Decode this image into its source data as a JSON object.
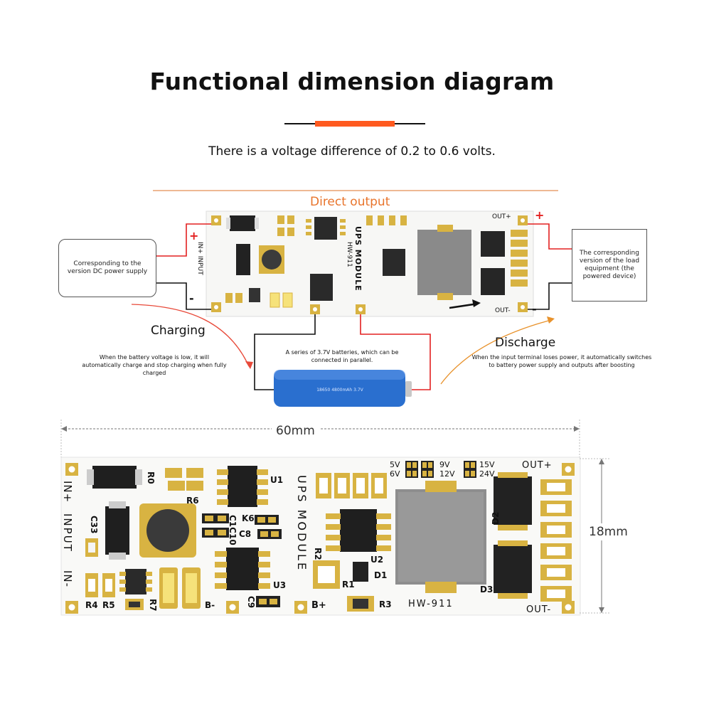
{
  "header": {
    "title": "Functional dimension diagram",
    "subtitle": "There is a voltage difference of 0.2 to 0.6 volts."
  },
  "top_diagram": {
    "direct_output": "Direct output",
    "source_box": "Corresponding to the version DC power supply",
    "load_box": "The corresponding version of the load equipment (the powered device)",
    "plus_sign": "+",
    "minus_sign": "-",
    "charging_title": "Charging",
    "charging_text": "When the battery voltage is low, it will automatically charge and stop charging when fully charged",
    "discharge_title": "Discharge",
    "discharge_text": "When the input terminal loses power, it automatically switches to battery power supply and outputs after boosting",
    "battery_text": "A series of 3.7V batteries, which can be connected in parallel."
  },
  "board": {
    "module_text": "UPS MODULE",
    "model": "HW-911",
    "labels": {
      "in_plus": "IN+",
      "input": "INPUT",
      "in_minus": "IN-",
      "out_plus": "OUT+",
      "out_minus": "OUT-",
      "b_plus": "B+",
      "b_minus": "B-",
      "v5": "5V",
      "v6": "6V",
      "v9": "9V",
      "v12": "12V",
      "v15": "15V",
      "v24": "24V",
      "r0": "R0",
      "r1": "R1",
      "r2": "R2",
      "r3": "R3",
      "r4": "R4",
      "r5": "R5",
      "r6": "R6",
      "r7": "R7",
      "c33": "C33",
      "c8": "C8",
      "c9": "C9",
      "c10": "C1C10",
      "u1": "U1",
      "u2": "U2",
      "u3": "U3",
      "d1": "D1",
      "d2": "D2",
      "d3": "D3",
      "k6": "K6"
    }
  },
  "dimensions": {
    "width": "60mm",
    "height": "18mm"
  },
  "colors": {
    "accent_orange": "#ff5a1f",
    "text_orange": "#e8742c",
    "wire_red": "#e32020",
    "pcb_white": "#f7f7f5",
    "pad_gold": "#d8b342"
  }
}
